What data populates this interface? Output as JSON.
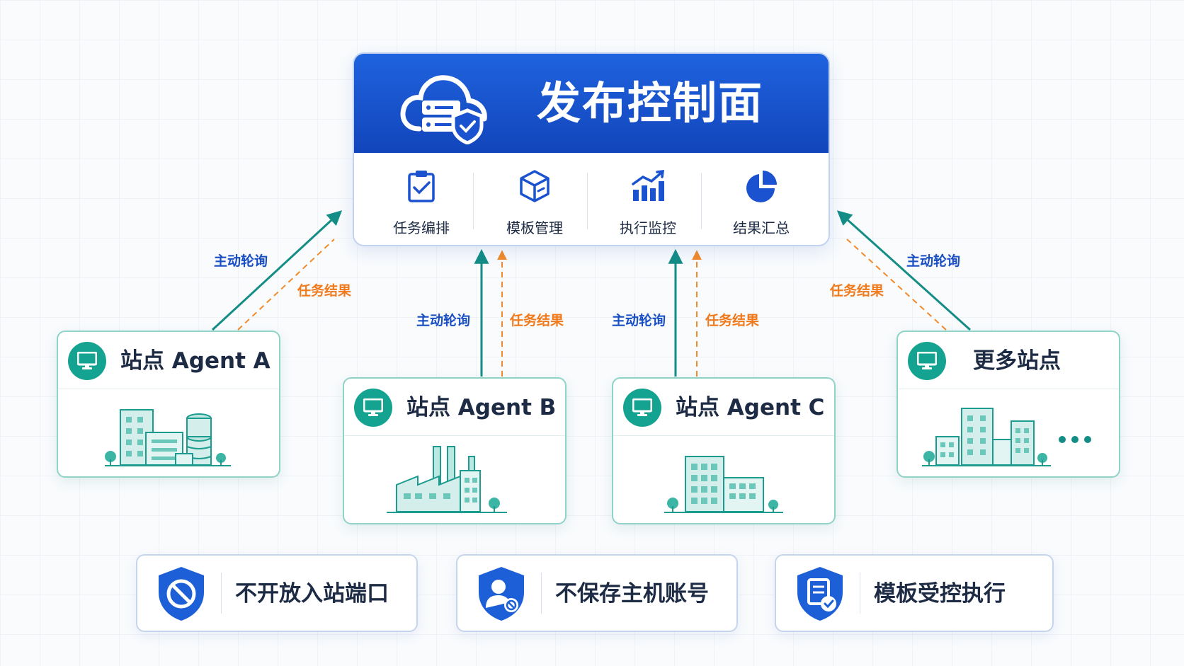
{
  "control_plane": {
    "title": "发布控制面",
    "features": [
      {
        "label": "任务编排",
        "icon": "clipboard-check-icon"
      },
      {
        "label": "模板管理",
        "icon": "cube-icon"
      },
      {
        "label": "执行监控",
        "icon": "bar-chart-trend-icon"
      },
      {
        "label": "结果汇总",
        "icon": "pie-chart-icon"
      }
    ]
  },
  "connections": {
    "poll_label": "主动轮询",
    "result_label": "任务结果"
  },
  "agents": [
    {
      "name": "站点 Agent A",
      "icon": "monitor-icon",
      "illustration": "office-buildings-with-storage-tanks"
    },
    {
      "name": "站点 Agent B",
      "icon": "monitor-icon",
      "illustration": "factory-with-chimneys"
    },
    {
      "name": "站点 Agent C",
      "icon": "monitor-icon",
      "illustration": "office-buildings"
    },
    {
      "name": "更多站点",
      "icon": "monitor-icon",
      "illustration": "city-skyline-with-ellipsis"
    }
  ],
  "principles": [
    {
      "label": "不开放入站端口",
      "icon": "shield-no-entry-icon"
    },
    {
      "label": "不保存主机账号",
      "icon": "shield-user-block-icon"
    },
    {
      "label": "模板受控执行",
      "icon": "shield-document-check-icon"
    }
  ],
  "colors": {
    "control_plane_blue": "#1a52cf",
    "poll_arrow_teal": "#138d86",
    "result_arrow_orange": "#f28a2a",
    "agent_teal": "#14a391",
    "poll_label_blue": "#1a4fc4",
    "result_label_orange": "#f07a1c",
    "shield_blue": "#1d5fd6"
  }
}
